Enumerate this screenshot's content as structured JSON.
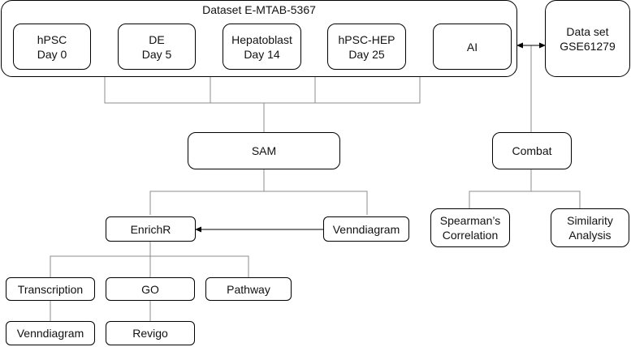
{
  "dataset_group": {
    "title": "Dataset E-MTAB-5367"
  },
  "stages": [
    {
      "id": "hpsc",
      "label": "hPSC\nDay 0"
    },
    {
      "id": "de",
      "label": "DE\nDay 5"
    },
    {
      "id": "hepatoblast",
      "label": "Hepatoblast\nDay 14"
    },
    {
      "id": "hpsc-hep",
      "label": "hPSC-HEP\nDay 25"
    },
    {
      "id": "ai",
      "label": "AI"
    }
  ],
  "external_dataset": {
    "label": "Data set\nGSE61279"
  },
  "nodes": {
    "sam": "SAM",
    "combat": "Combat",
    "enrichr": "EnrichR",
    "venndiagram_top": "Venndiagram",
    "spearman": "Spearman’s\nCorrelation",
    "similarity": "Similarity\nAnalysis",
    "transcription": "Transcription",
    "go": "GO",
    "pathway": "Pathway",
    "venndiagram_bottom": "Venndiagram",
    "revigo": "Revigo"
  },
  "colors": {
    "stroke": "#000000",
    "connector": "#8c8c8c",
    "text": "#111111"
  }
}
